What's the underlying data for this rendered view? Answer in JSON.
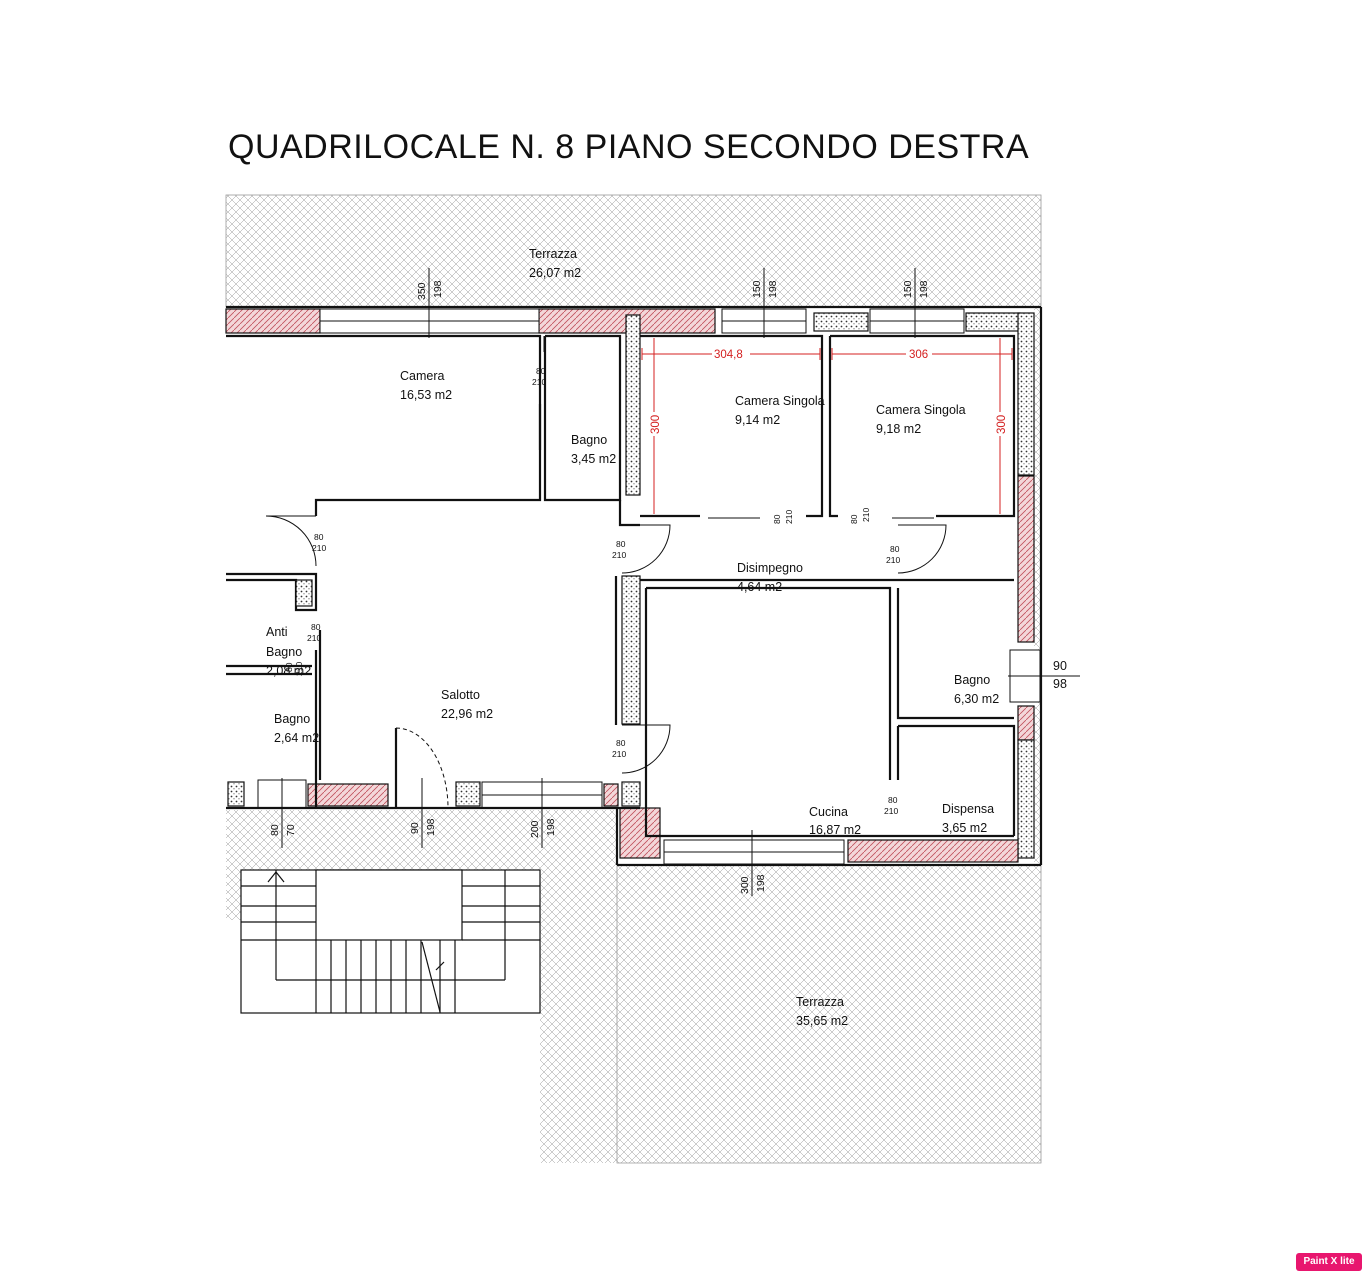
{
  "title": "QUADRILOCALE N. 8 PIANO SECONDO DESTRA",
  "rooms": {
    "terrazza_top": {
      "name": "Terrazza",
      "area": "26,07 m2"
    },
    "camera": {
      "name": "Camera",
      "area": "16,53 m2"
    },
    "bagno1": {
      "name": "Bagno",
      "area": "3,45 m2"
    },
    "camera_singola1": {
      "name": "Camera Singola",
      "area": "9,14 m2"
    },
    "camera_singola2": {
      "name": "Camera Singola",
      "area": "9,18 m2"
    },
    "disimpegno": {
      "name": "Disimpegno",
      "area": "4,64 m2"
    },
    "anti_bagno": {
      "name1": "Anti",
      "name2": "Bagno",
      "area": "2,08 m2"
    },
    "bagno2": {
      "name": "Bagno",
      "area": "2,64 m2"
    },
    "salotto": {
      "name": "Salotto",
      "area": "22,96 m2"
    },
    "bagno3": {
      "name": "Bagno",
      "area": "6,30 m2"
    },
    "cucina": {
      "name": "Cucina",
      "area": "16,87 m2"
    },
    "dispensa": {
      "name": "Dispensa",
      "area": "3,65 m2"
    },
    "terrazza_bottom": {
      "name": "Terrazza",
      "area": "35,65 m2"
    }
  },
  "windows": {
    "w1": {
      "width": "350",
      "height": "198"
    },
    "w2": {
      "width": "150",
      "height": "198"
    },
    "w3": {
      "width": "150",
      "height": "198"
    },
    "w4": {
      "width": "80",
      "height": "70"
    },
    "w5": {
      "width": "90",
      "height": "198"
    },
    "w6": {
      "width": "200",
      "height": "198"
    },
    "w7": {
      "width": "300",
      "height": "198"
    },
    "w8": {
      "width": "90",
      "height": "98"
    }
  },
  "doors": {
    "d_camera": {
      "width": "80",
      "height": "210"
    },
    "d_salotto_left": {
      "width": "80",
      "height": "210"
    },
    "d_disimpegno": {
      "width": "80",
      "height": "210"
    },
    "d_singola1": {
      "width": "80",
      "height": "210"
    },
    "d_singola2": {
      "width": "80",
      "height": "210"
    },
    "d_bagno3": {
      "width": "80",
      "height": "210"
    },
    "d_antibagno": {
      "width": "80",
      "height": "210"
    },
    "d_antibagno_inner": {
      "width": "80",
      "height": "210"
    },
    "d_cucina": {
      "width": "80",
      "height": "210"
    },
    "d_dispensa": {
      "width": "80",
      "height": "210"
    }
  },
  "red_dims": {
    "singola1_w": "304,8",
    "singola2_w": "306",
    "singola1_h": "300",
    "singola2_h": "300"
  },
  "badge": "Paint X lite",
  "colors": {
    "wall_hatch": "#d9888f",
    "red_dim": "#d42020",
    "badge": "#e8166e"
  }
}
